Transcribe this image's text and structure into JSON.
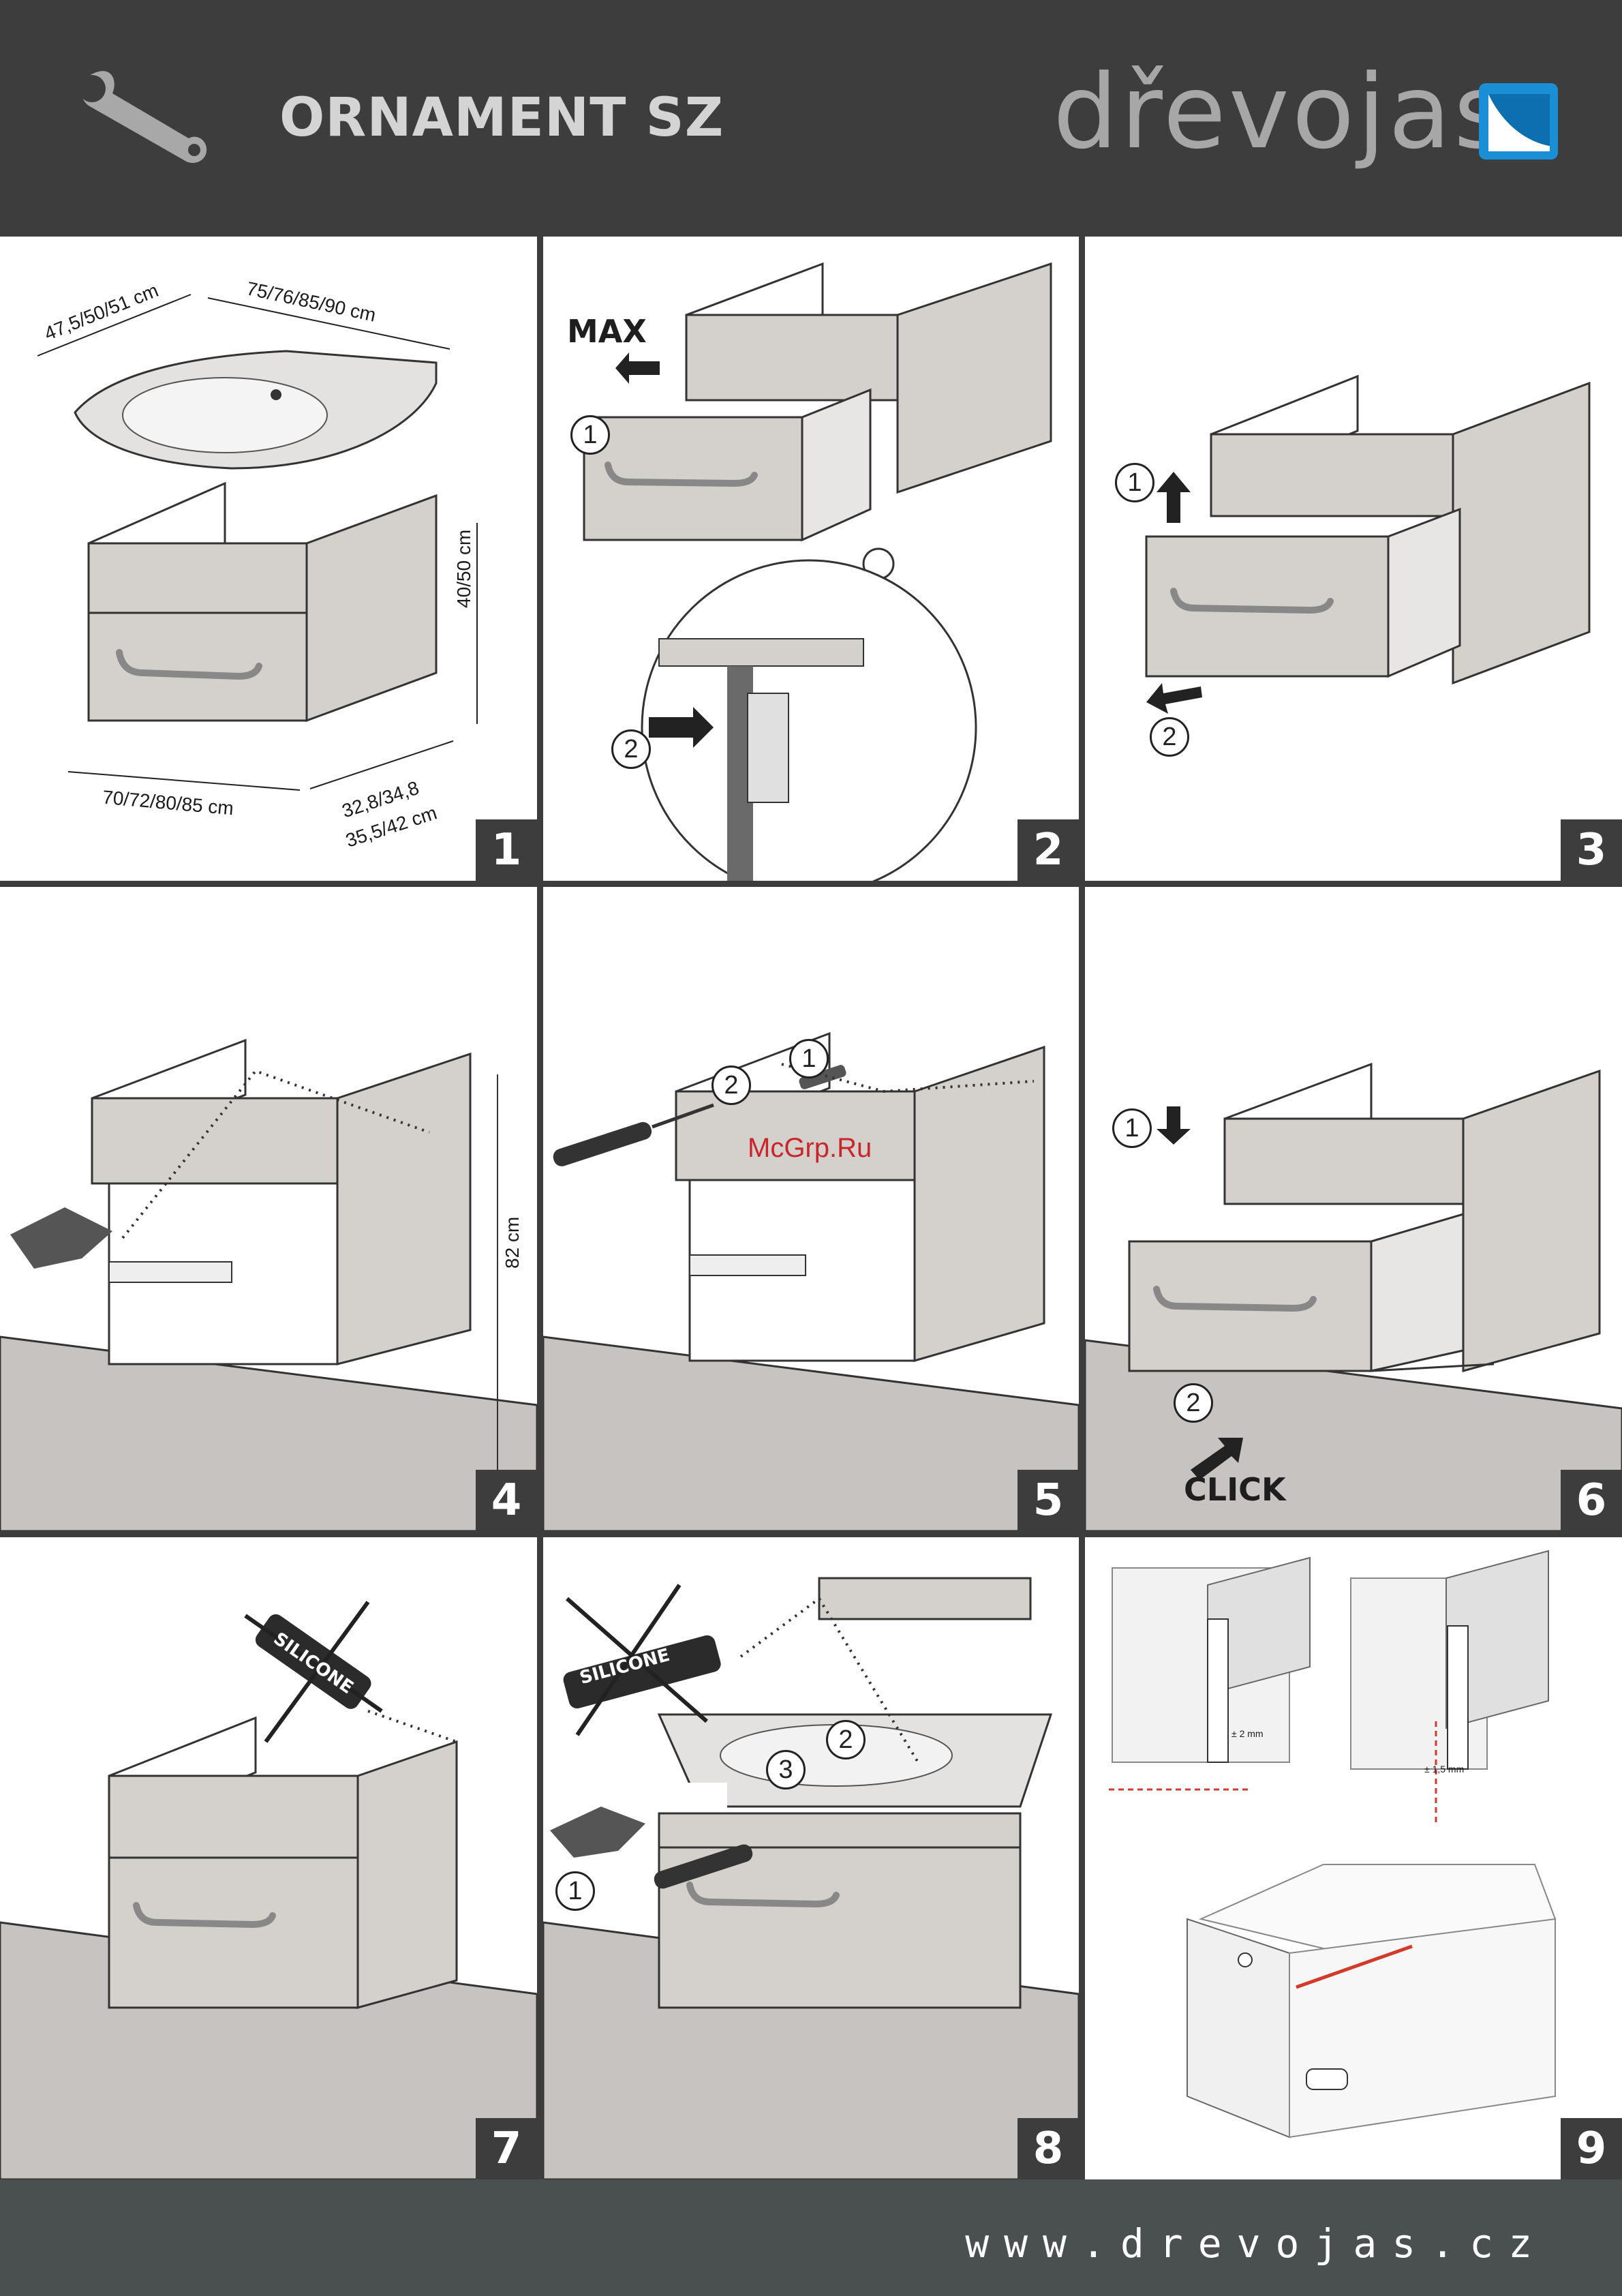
{
  "header": {
    "title": "ORNAMENT SZ",
    "brand": "dřevojas",
    "icons": [
      "wrench-icon",
      "drevojas-logo"
    ]
  },
  "colors": {
    "dark": "#3d3d3d",
    "panel": "#ffffff",
    "cabinet": "#d4d0cb",
    "floor": "#c6c3c0",
    "footer": "#4a4f50",
    "watermark": "#c9262c"
  },
  "panels": {
    "p1": {
      "number": "1",
      "dim_depth": "47,5/50/51 cm",
      "dim_width_top": "75/76/85/90 cm",
      "dim_height": "40/50 cm",
      "dim_width_bottom": "70/72/80/85 cm",
      "dim_depth_bottom_1": "32,8/34,8",
      "dim_depth_bottom_2": "35,5/42 cm"
    },
    "p2": {
      "number": "2",
      "max_label": "MAX",
      "step1": "1",
      "step2": "2"
    },
    "p3": {
      "number": "3",
      "step1": "1",
      "step2": "2"
    },
    "p4": {
      "number": "4",
      "dim_height": "82 cm"
    },
    "p5": {
      "number": "5",
      "step1": "1",
      "step2": "2"
    },
    "p6": {
      "number": "6",
      "step1": "1",
      "step2": "2",
      "click_label": "CLICK"
    },
    "p7": {
      "number": "7",
      "silicone_label": "SILICONE"
    },
    "p8": {
      "number": "8",
      "silicone_label": "SILICONE",
      "step1": "1",
      "step2": "2",
      "step3": "3"
    },
    "p9": {
      "number": "9",
      "adj1": "± 2 mm",
      "adj2": "± 1,5 mm"
    }
  },
  "watermark": "McGrp.Ru",
  "footer": {
    "url": "www.drevojas.cz"
  }
}
